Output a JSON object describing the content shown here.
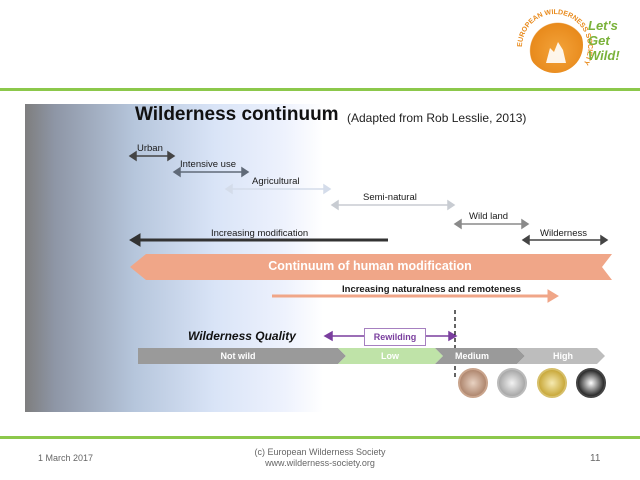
{
  "slide": {
    "title": "Wilderness continuum",
    "subtitle": "(Adapted from Rob Lesslie, 2013)",
    "logo": {
      "ring_text": "EUROPEAN WILDERNESS SOCIETY",
      "slogan": "Let's Get Wild!"
    },
    "land_categories": {
      "urban": "Urban",
      "intensive_use": "Intensive use",
      "agricultural": "Agricultural",
      "semi_natural": "Semi-natural",
      "wild_land": "Wild land",
      "wilderness": "Wilderness"
    },
    "increasing_modification": "Increasing modification",
    "continuum": "Continuum of human modification",
    "increasing_naturalness": "Increasing naturalness and remoteness",
    "wilderness_quality": {
      "label": "Wilderness Quality",
      "rewilding": "Rewilding",
      "levels": [
        "Not wild",
        "Low",
        "Medium",
        "High"
      ]
    },
    "certificates": [
      "bronze",
      "silver",
      "gold",
      "platinum"
    ],
    "footer": {
      "date": "1 March 2017",
      "copyright": "(c) European Wilderness Society",
      "website": "www.wilderness-society.org",
      "page": "11"
    },
    "colors": {
      "accent_green": "#8cc84b",
      "continuum_orange": "#f0a688",
      "rewilding_purple": "#7a3e9e",
      "not_wild_grey": "#9a9a9a"
    }
  }
}
